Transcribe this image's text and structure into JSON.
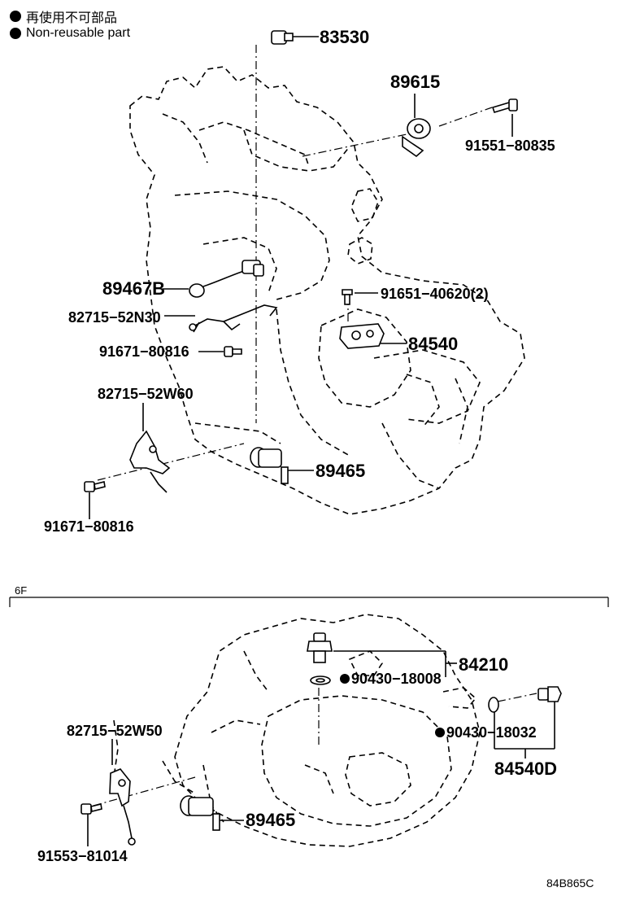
{
  "legend": {
    "label_jp": "再使用不可部品",
    "label_en": "Non-reusable part"
  },
  "upper": {
    "parts": {
      "p83530": "83530",
      "p89615": "89615",
      "p91551_80835": "91551−80835",
      "p89467b": "89467B",
      "p82715_52n30": "82715−52N30",
      "p91651_40620": "91651−40620(2)",
      "p84540": "84540",
      "p91671_80816_a": "91671−80816",
      "p82715_52w60": "82715−52W60",
      "p89465": "89465",
      "p91671_80816_b": "91671−80816"
    }
  },
  "lower": {
    "section_label": "6F",
    "parts": {
      "p84210": "84210",
      "p90430_18008": "90430−18008",
      "p90430_18032": "90430−18032",
      "p84540d": "84540D",
      "p82715_52w50": "82715−52W50",
      "p89465": "89465",
      "p91553_81014": "91553−81014"
    }
  },
  "footer": {
    "diagram_code": "84B865C"
  }
}
